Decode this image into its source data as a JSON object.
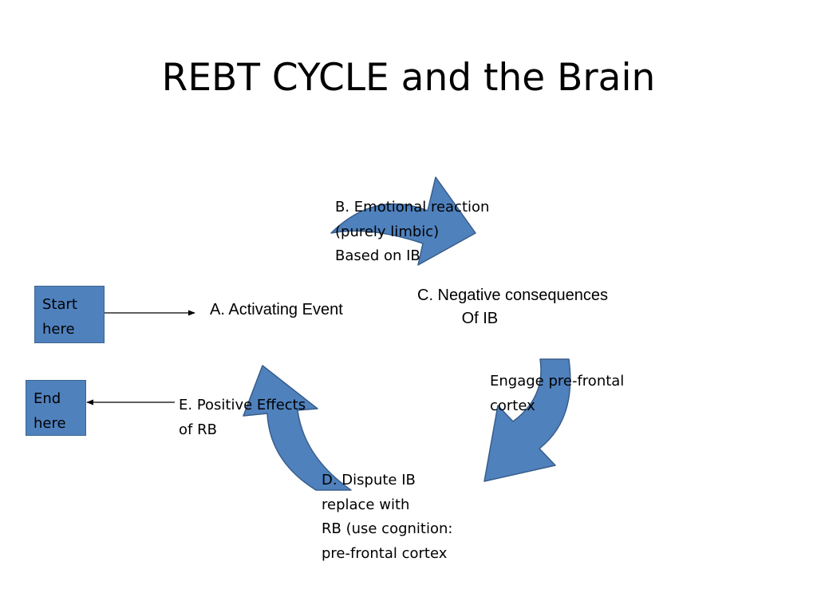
{
  "slide": {
    "title": "REBT CYCLE and the Brain"
  },
  "boxes": {
    "start": {
      "text": "Start\nhere",
      "fill": "#4f81bd"
    },
    "end": {
      "text": "End\nhere",
      "fill": "#4f81bd"
    }
  },
  "cycle": {
    "a": "A. Activating Event",
    "b": "B. Emotional reaction\n(purely limbic)\nBased on IB",
    "c": "C. Negative consequences\n          Of IB",
    "c_to_d": "Engage pre-frontal\ncortex",
    "d": "D. Dispute IB\nreplace with\nRB (use cognition:\npre-frontal cortex",
    "e": "E. Positive Effects\nof RB"
  },
  "colors": {
    "arrow_fill": "#4f81bd",
    "arrow_stroke": "#385d8a",
    "connector": "#000000"
  }
}
